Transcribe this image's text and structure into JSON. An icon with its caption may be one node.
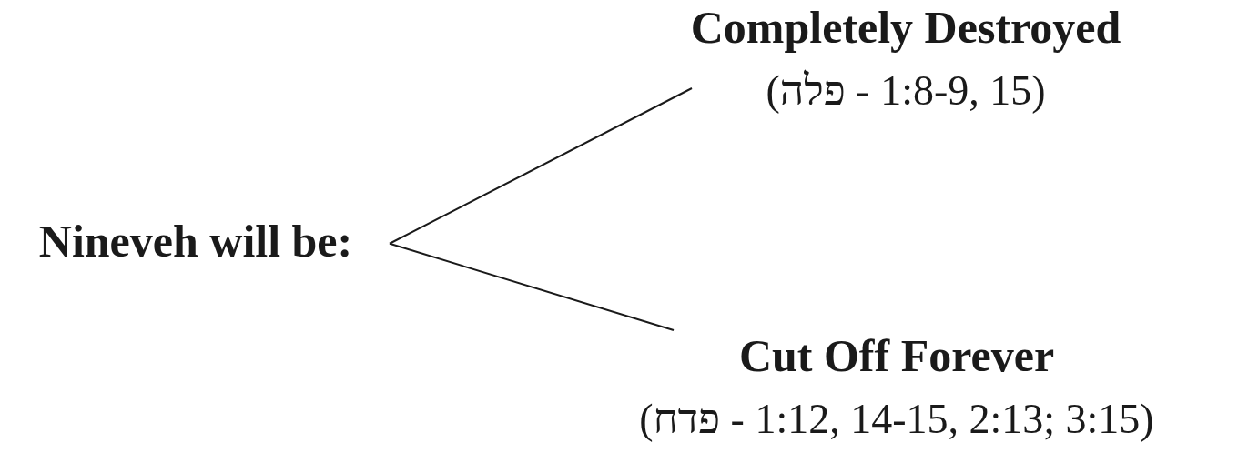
{
  "diagram": {
    "nodes": [
      {
        "text": [
          "Nineveh will be:"
        ]
      },
      {
        "text": [
          "Completely Destroyed",
          "(פלה - 1:8-9, 15)"
        ]
      },
      {
        "text": [
          "Cut Off Forever",
          "(פדח - 1:12, 14-15, 2:13; 3:15)"
        ]
      }
    ],
    "edges": [
      {
        "from": 0,
        "to": 1,
        "arrow": "none"
      },
      {
        "from": 0,
        "to": 2,
        "arrow": "none"
      }
    ]
  }
}
